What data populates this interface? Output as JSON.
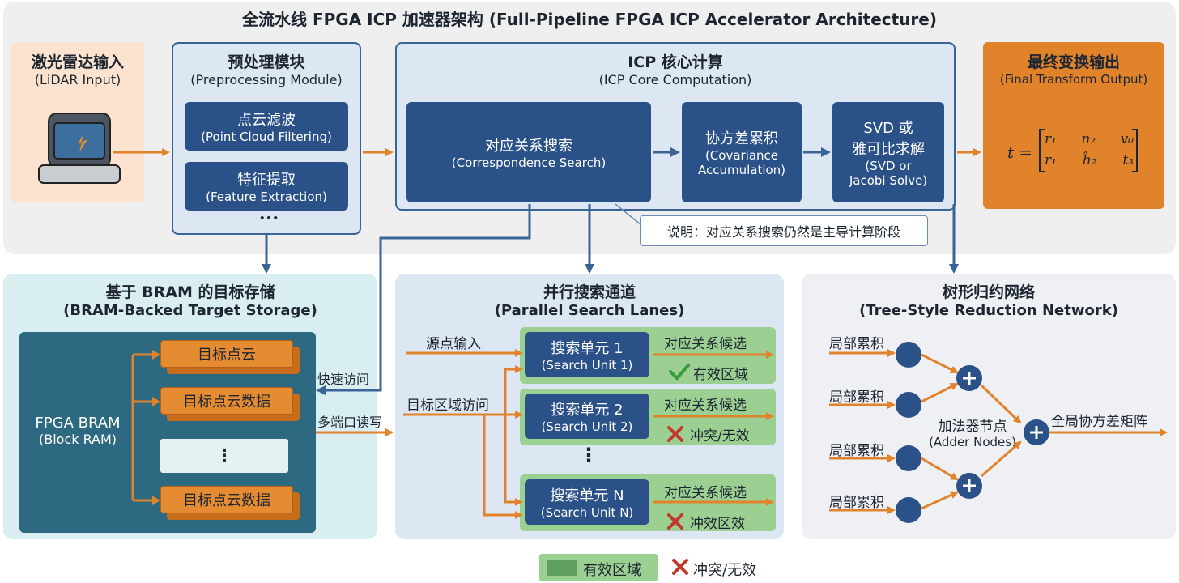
{
  "title": "全流水线 FPGA ICP 加速器架构 (Full-Pipeline FPGA ICP Accelerator Architecture)",
  "lidar": {
    "title_cn": "激光雷达输入",
    "title_en": "(LiDAR Input)"
  },
  "preprocessing": {
    "title_cn": "预处理模块",
    "title_en": "(Preprocessing Module)",
    "items": [
      {
        "cn": "点云滤波",
        "en": "(Point Cloud Filtering)"
      },
      {
        "cn": "特征提取",
        "en": "(Feature Extraction)"
      }
    ],
    "more": "•••"
  },
  "icp_core": {
    "title_cn": "ICP 核心计算",
    "title_en": "(ICP Core Computation)",
    "search": {
      "cn": "对应关系搜索",
      "en": "(Correspondence Search)"
    },
    "covariance": {
      "cn": "协方差累积",
      "en1": "(Covariance",
      "en2": "Accumulation)"
    },
    "svd": {
      "cn1": "SVD 或",
      "cn2": "雅可比求解",
      "en1": "(SVD or",
      "en2": "Jacobi Solve)"
    }
  },
  "output": {
    "title_cn": "最终变换输出",
    "title_en": "(Final Transform Output)",
    "formula": {
      "lhs": "t =",
      "row1": [
        "r₁",
        "n₂",
        "v₀"
      ],
      "row2": [
        "r₁",
        "ĥ₂",
        "t₃"
      ]
    }
  },
  "note": "说明：对应关系搜索仍然是主导计算阶段",
  "bram": {
    "title_cn": "基于 BRAM 的目标存储",
    "title_en": "(BRAM-Backed Target Storage)",
    "device_cn": "FPGA BRAM",
    "device_en": "(Block RAM)",
    "stacks": [
      "目标点云",
      "目标点云数据",
      "目标点云数据"
    ],
    "ellipsis": "⋮",
    "fast_access": "快速访问",
    "multiport": "多端口读写"
  },
  "search_lanes": {
    "title_cn": "并行搜索通道",
    "title_en": "(Parallel Search Lanes)",
    "source_input": "源点输入",
    "target_access": "目标区域访问",
    "units": [
      {
        "cn": "搜索单元 1",
        "en": "(Search Unit 1)",
        "candidate": "对应关系候选",
        "status": "有效区域",
        "ok": true
      },
      {
        "cn": "搜索单元 2",
        "en": "(Search Unit 2)",
        "candidate": "对应关系候选",
        "status": "冲突/无效",
        "ok": false
      },
      {
        "cn": "搜索单元 N",
        "en": "(Search Unit N)",
        "candidate": "对应关系候选",
        "status": "冲效区效",
        "ok": false
      }
    ],
    "ellipsis": "⋮"
  },
  "tree": {
    "title_cn": "树形归约网络",
    "title_en": "(Tree-Style Reduction Network)",
    "inputs": [
      "局部累积",
      "局部累积",
      "局部累积",
      "局部累积"
    ],
    "adder_cn": "加法器节点",
    "adder_en": "(Adder Nodes)",
    "output": "全局协方差矩阵"
  },
  "legend": {
    "valid": "有效区域",
    "invalid": "冲突/无效"
  },
  "colors": {
    "blue": "#2a5288",
    "orange": "#e1832b",
    "green": "#9ccf92",
    "red": "#c0392b"
  }
}
